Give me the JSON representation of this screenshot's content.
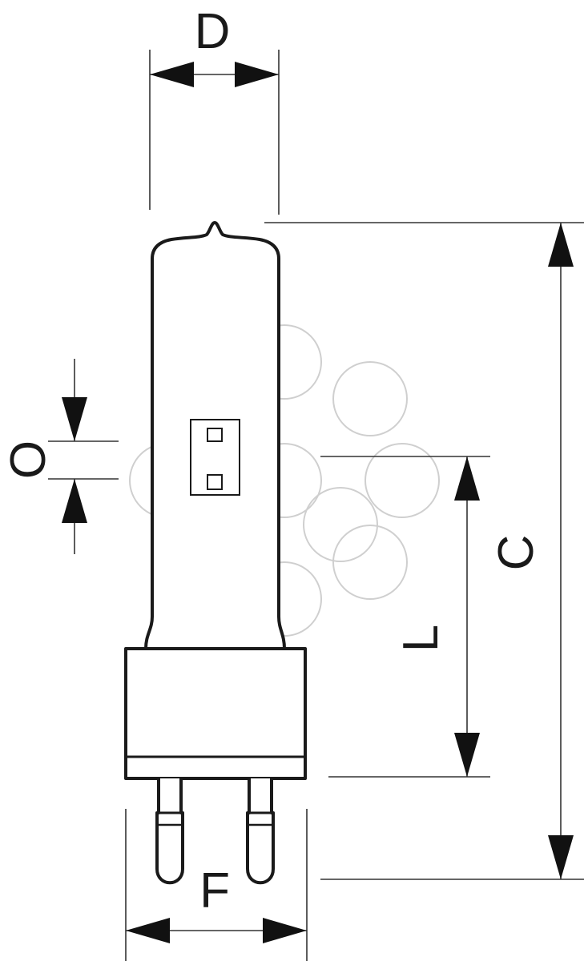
{
  "diagram": {
    "labels": {
      "D": "D",
      "O": "O",
      "C": "C",
      "L": "L",
      "F": "F"
    },
    "watermark_icon": "flower-watermark-icon"
  }
}
